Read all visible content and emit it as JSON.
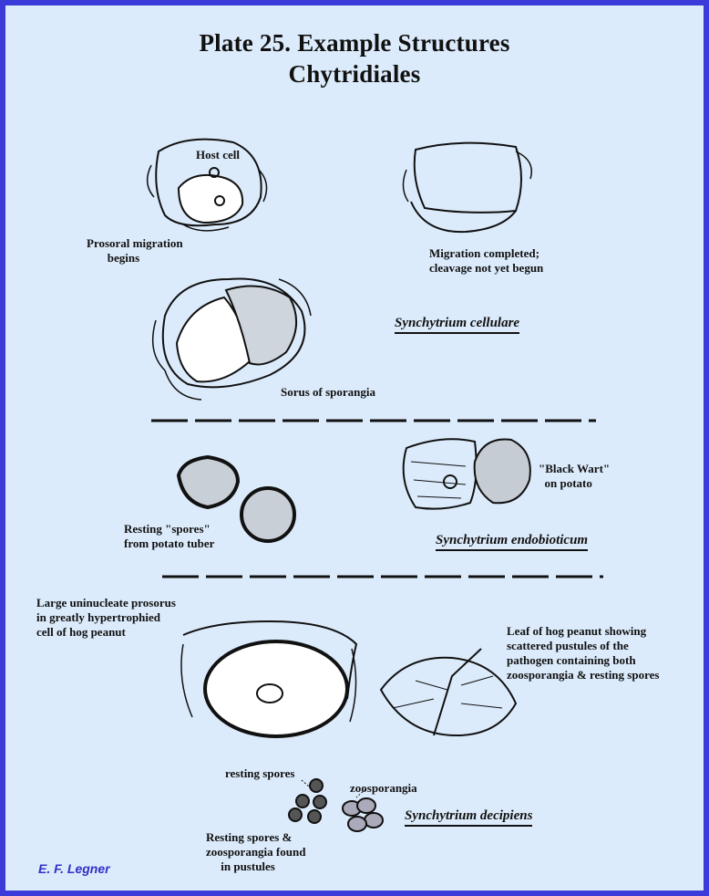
{
  "title": {
    "line1": "Plate 25.  Example Structures",
    "line2": "Chytridiales"
  },
  "section1": {
    "host_cell": "Host cell",
    "prosoral_migration": "Prosoral migration\n       begins",
    "migration_completed": "Migration completed;\ncleavage not yet begun",
    "species": "Synchytrium cellulare",
    "sorus": "Sorus of sporangia"
  },
  "section2": {
    "black_wart": "\"Black Wart\"\n  on potato",
    "resting_spores": "Resting \"spores\"\nfrom potato tuber",
    "species": "Synchytrium endobioticum"
  },
  "section3": {
    "large_prosorus": "Large uninucleate prosorus\nin greatly hypertrophied\ncell of hog peanut",
    "leaf": "Leaf of hog peanut showing\nscattered pustules of the\npathogen containing both\nzoosporangia & resting spores",
    "resting_spores_label": "resting spores",
    "zoosporangia_label": "zoosporangia",
    "species": "Synchytrium decipiens",
    "found_in_pustules": "Resting spores &\nzoosporangia found\n     in pustules"
  },
  "credit": "E. F. Legner"
}
